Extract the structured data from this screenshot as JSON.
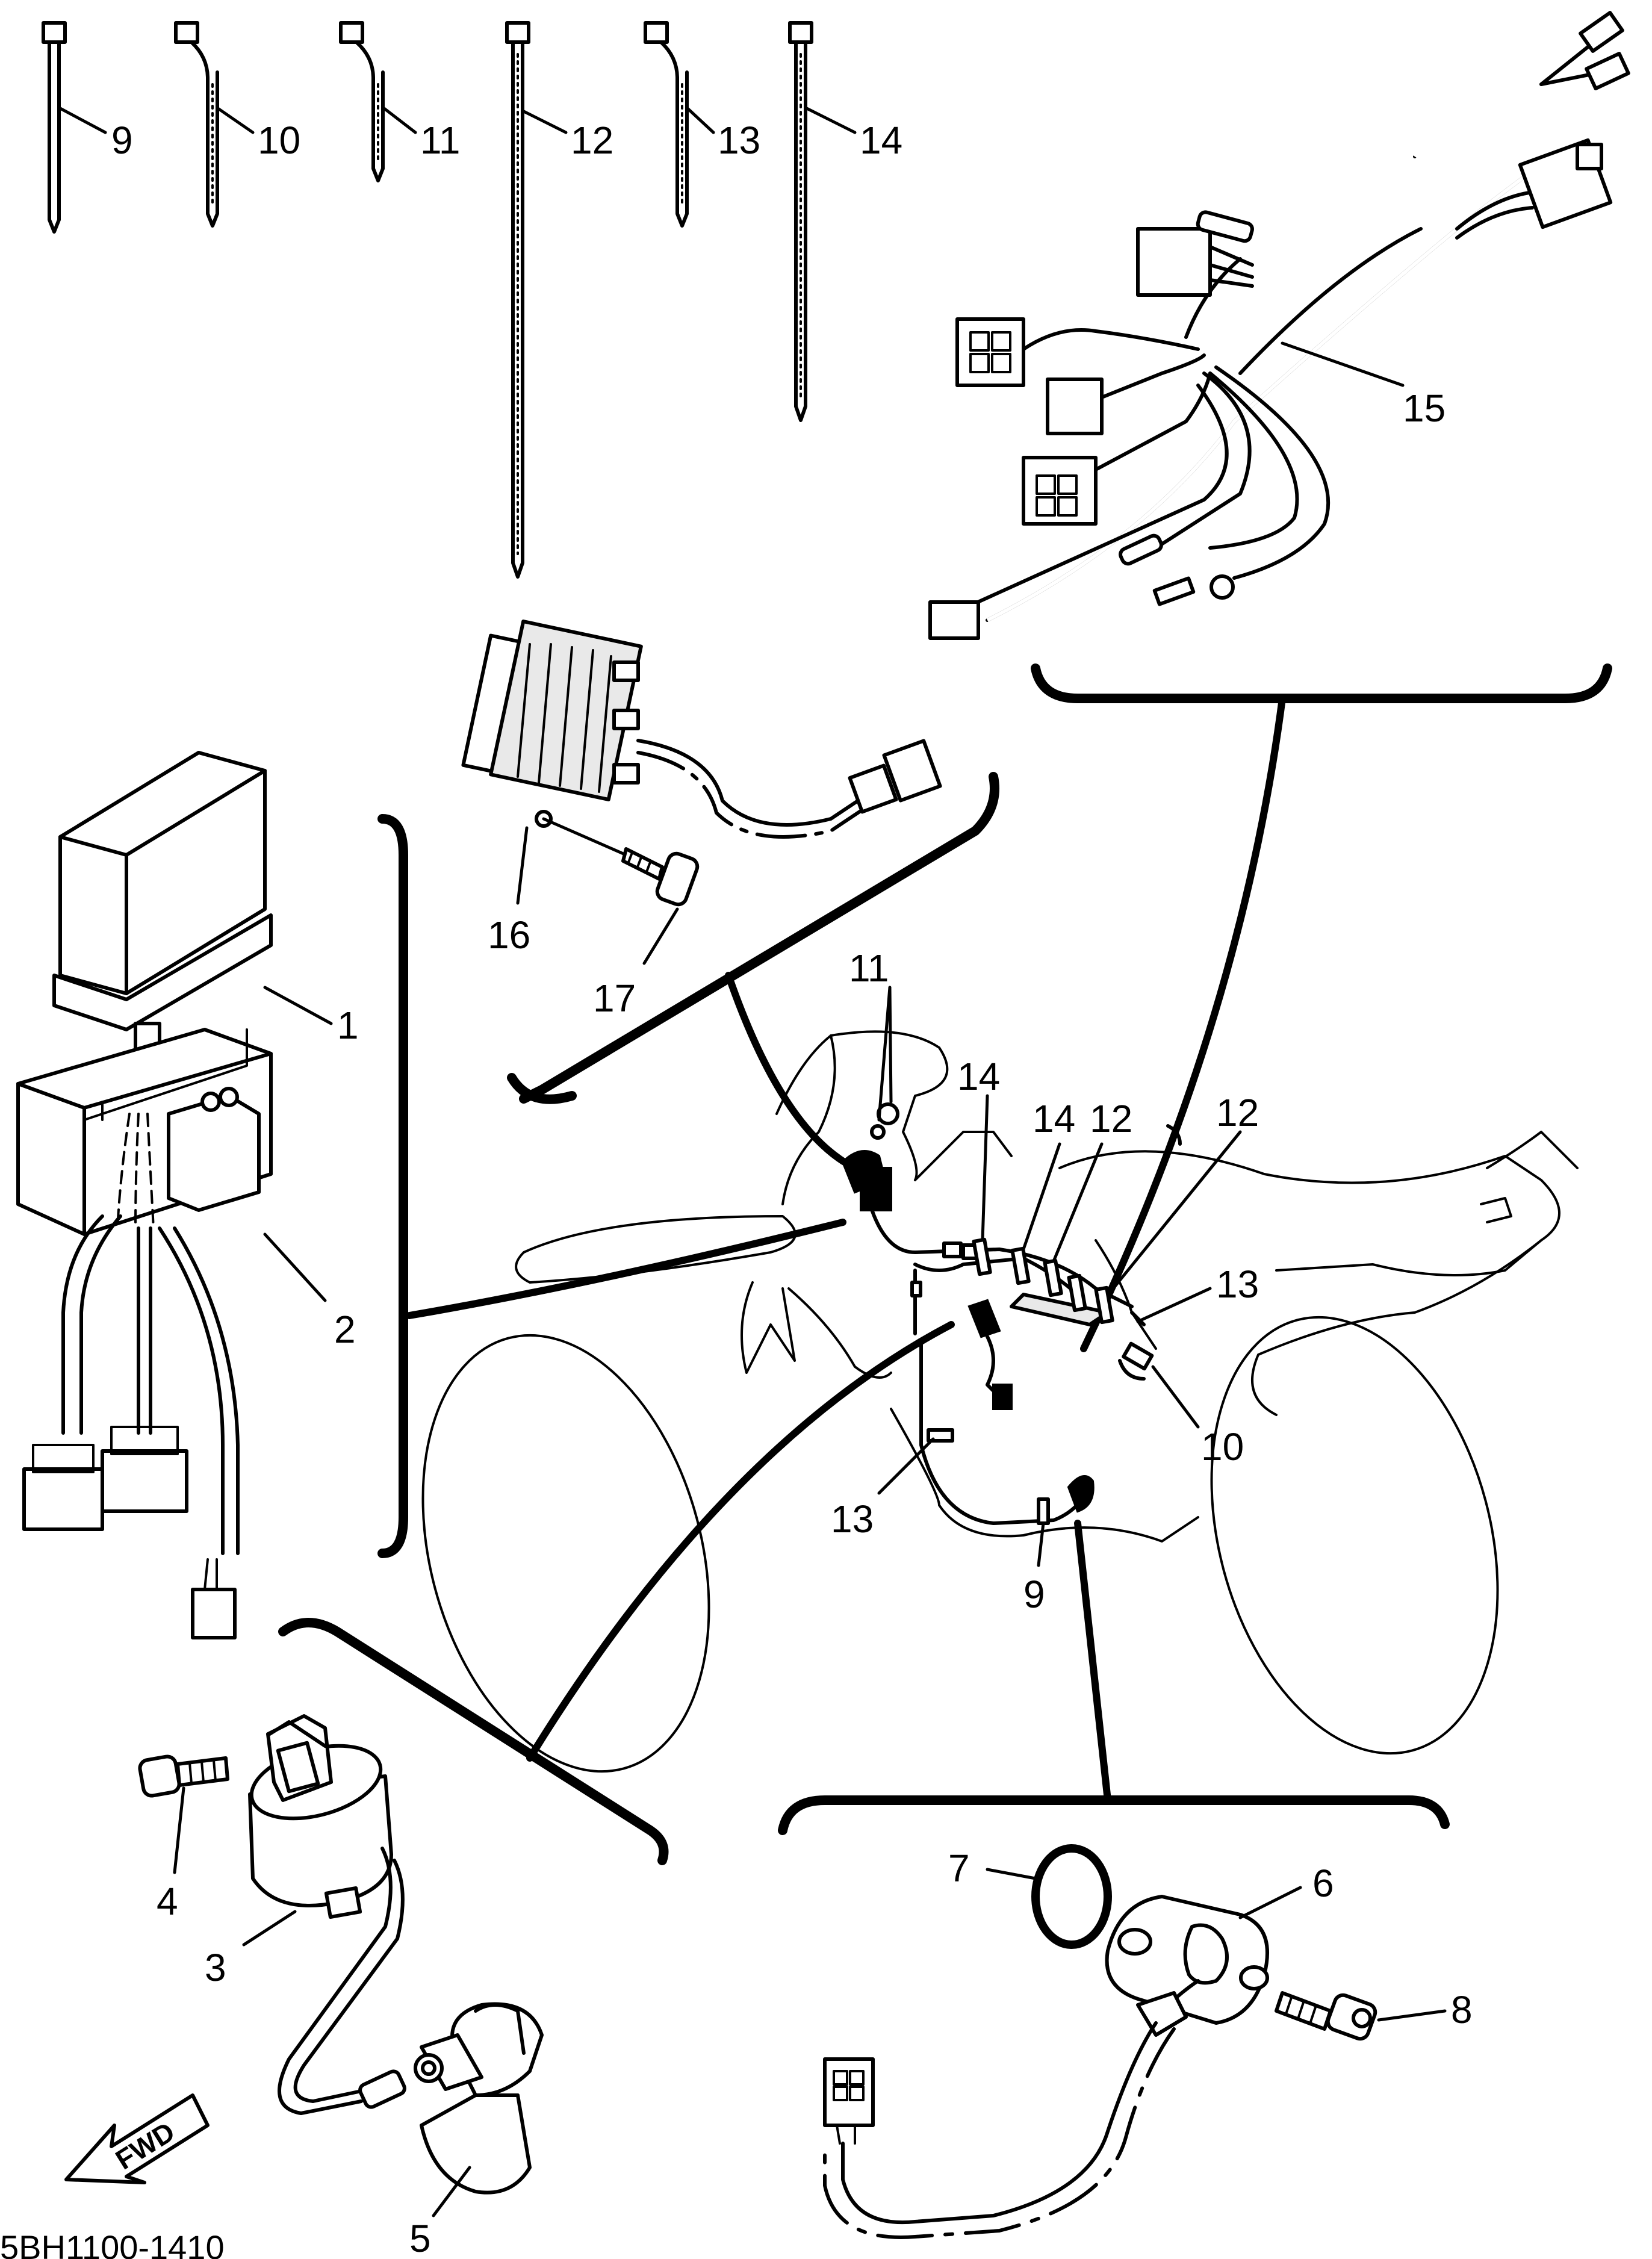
{
  "diagram_code": "5BH1100-1410",
  "fwd_label": "FWD",
  "labels": {
    "c1": "1",
    "c2": "2",
    "c3": "3",
    "c4": "4",
    "c5": "5",
    "c6": "6",
    "c7": "7",
    "c8": "8",
    "c9_tie": "9",
    "c10_tie": "10",
    "c11_tie": "11",
    "c12_tie": "12",
    "c13_tie": "13",
    "c14_tie": "14",
    "c15": "15",
    "c16": "16",
    "c17": "17",
    "b11": "11",
    "b14a": "14",
    "b14b": "14",
    "b12a": "12",
    "b12b": "12",
    "b13a": "13",
    "b10": "10",
    "b13b": "13",
    "b9": "9"
  }
}
